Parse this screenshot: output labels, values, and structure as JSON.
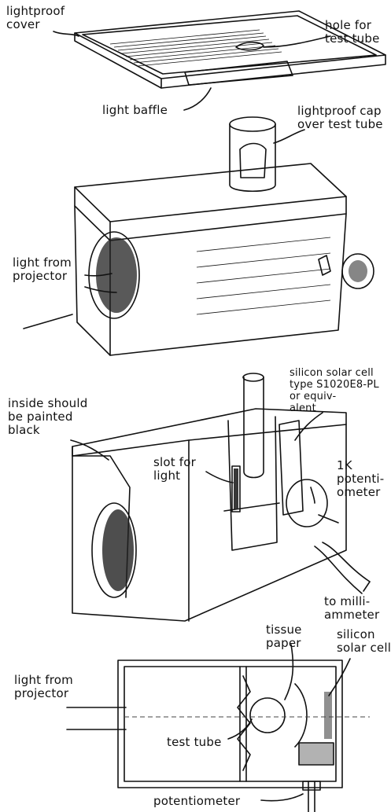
{
  "labels": {
    "lightproof_cover": "lightproof\ncover",
    "hole_for_test_tube": "hole for\ntest tube",
    "light_baffle": "light baffle",
    "lightproof_cap": "lightproof cap\nover test tube",
    "light_from_projector_top": "light from\nprojector",
    "silicon_solar_cell_type": "silicon solar cell\ntype S1020E8-PL\nor equiv-\nalent",
    "inside_painted_black": "inside should\nbe painted\nblack",
    "slot_for_light": "slot for\nlight",
    "potentiometer_1k": "1K\npotenti-\nometer",
    "to_milliammeter": "to milli-\nammeter",
    "tissue_paper": "tissue\npaper",
    "silicon_solar_cell": "silicon\nsolar cell",
    "light_from_projector_bottom": "light from\nprojector",
    "test_tube": "test tube",
    "potentiometer": "potentiometer"
  }
}
